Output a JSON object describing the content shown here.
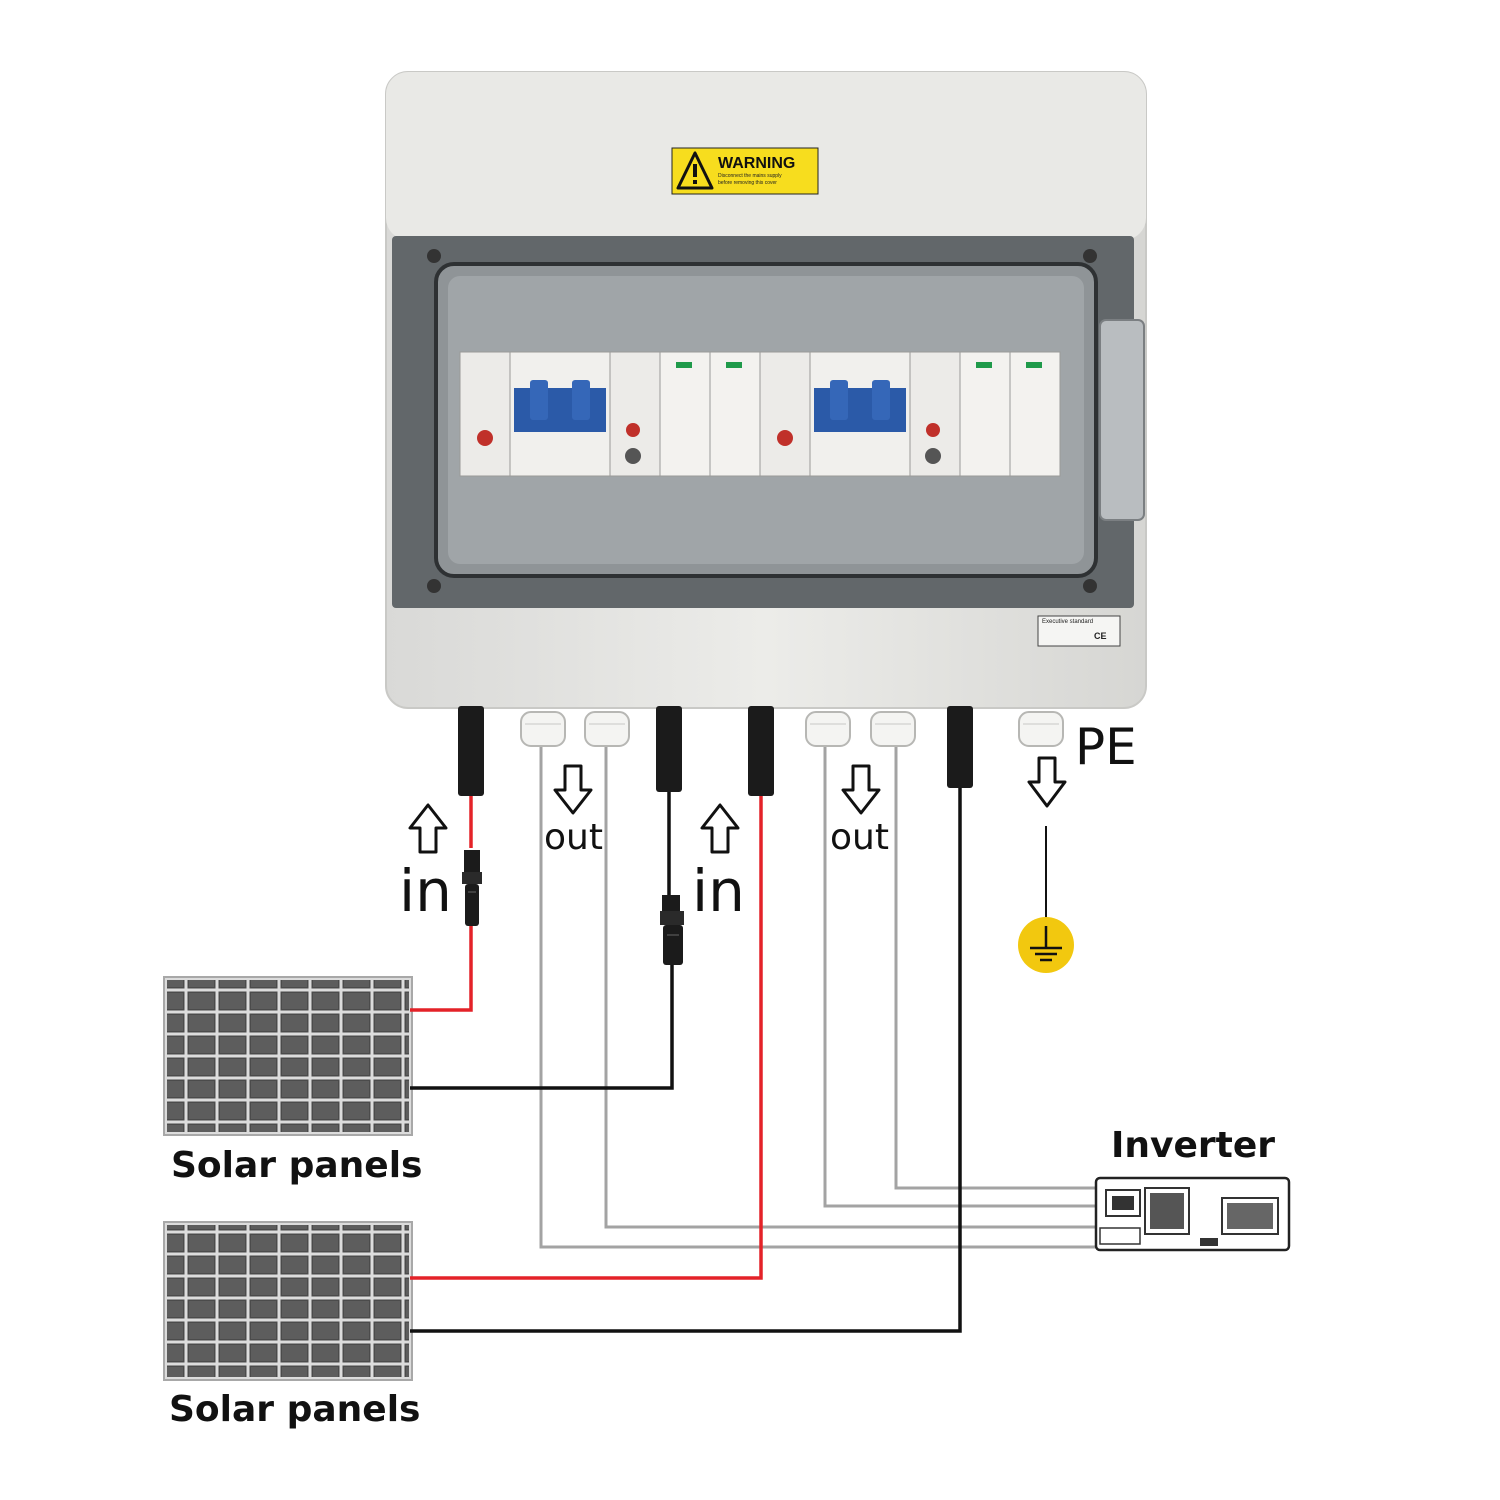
{
  "colors": {
    "enclosure": "#e4e4e2",
    "window_frame": "#5c6063",
    "window_inner": "#9a9fa2",
    "warning_yellow": "#f7dd1e",
    "breaker_blue": "#2b5aa8",
    "wire_red": "#e42228",
    "wire_black": "#111111",
    "wire_gray": "#a3a3a3",
    "ground_yellow": "#f2c80f"
  },
  "enclosure": {
    "warning_label": {
      "title": "WARNING",
      "line1": "Disconnect the mains supply",
      "line2": "before removing this cover"
    },
    "standard_label": {
      "title": "Executive standard",
      "mark": "CE"
    }
  },
  "labels": {
    "in_left": "in",
    "in_right": "in",
    "out_left": "out",
    "out_right": "out",
    "pe": "PE",
    "solar_panels_top": "Solar panels",
    "solar_panels_bottom": "Solar panels",
    "inverter": "Inverter"
  },
  "icons": {
    "arrow_up": "arrow-up-icon",
    "arrow_down": "arrow-down-icon",
    "ground": "ground-icon",
    "warning": "warning-triangle-icon"
  }
}
